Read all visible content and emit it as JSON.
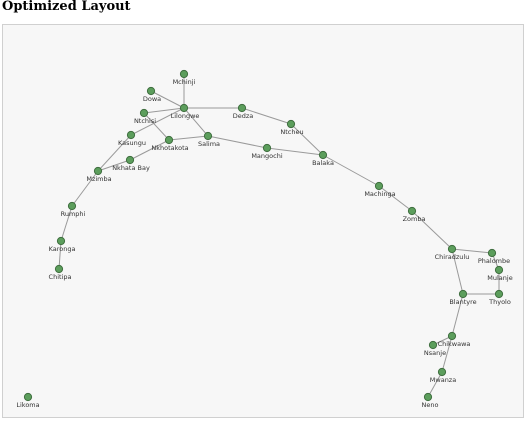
{
  "page": {
    "title": "Optimized Layout"
  },
  "graph": {
    "nodes": [
      {
        "id": "Mchinji",
        "label": "Mchinji"
      },
      {
        "id": "Dowa",
        "label": "Dowa"
      },
      {
        "id": "Ntchisi",
        "label": "Ntchisi"
      },
      {
        "id": "Lilongwe",
        "label": "Lilongwe"
      },
      {
        "id": "Dedza",
        "label": "Dedza"
      },
      {
        "id": "Ntcheu",
        "label": "Ntcheu"
      },
      {
        "id": "Kasungu",
        "label": "Kasungu"
      },
      {
        "id": "Nkhotakota",
        "label": "Nkhotakota"
      },
      {
        "id": "Salima",
        "label": "Salima"
      },
      {
        "id": "Mangochi",
        "label": "Mangochi"
      },
      {
        "id": "Balaka",
        "label": "Balaka"
      },
      {
        "id": "NkhataBay",
        "label": "Nkhata Bay"
      },
      {
        "id": "Mzimba",
        "label": "Mzimba"
      },
      {
        "id": "Rumphi",
        "label": "Rumphi"
      },
      {
        "id": "Karonga",
        "label": "Karonga"
      },
      {
        "id": "Chitipa",
        "label": "Chitipa"
      },
      {
        "id": "Machinga",
        "label": "Machinga"
      },
      {
        "id": "Zomba",
        "label": "Zomba"
      },
      {
        "id": "Chiradzulu",
        "label": "Chiradzulu"
      },
      {
        "id": "Phalombe",
        "label": "Phalombe"
      },
      {
        "id": "Mulanje",
        "label": "Mulanje"
      },
      {
        "id": "Thyolo",
        "label": "Thyolo"
      },
      {
        "id": "Blantyre",
        "label": "Blantyre"
      },
      {
        "id": "Chikwawa",
        "label": "Chikwawa"
      },
      {
        "id": "Nsanje",
        "label": "Nsanje"
      },
      {
        "id": "Mwanza",
        "label": "Mwanza"
      },
      {
        "id": "Neno",
        "label": "Neno"
      },
      {
        "id": "Likoma",
        "label": "Likoma"
      }
    ],
    "edges": [
      [
        "Mchinji",
        "Lilongwe"
      ],
      [
        "Dowa",
        "Lilongwe"
      ],
      [
        "Ntchisi",
        "Lilongwe"
      ],
      [
        "Lilongwe",
        "Dedza"
      ],
      [
        "Dedza",
        "Ntcheu"
      ],
      [
        "Ntcheu",
        "Balaka"
      ],
      [
        "Lilongwe",
        "Kasungu"
      ],
      [
        "Lilongwe",
        "Salima"
      ],
      [
        "Ntchisi",
        "Nkhotakota"
      ],
      [
        "Nkhotakota",
        "Salima"
      ],
      [
        "Salima",
        "Mangochi"
      ],
      [
        "Mangochi",
        "Balaka"
      ],
      [
        "Kasungu",
        "Mzimba"
      ],
      [
        "Nkhotakota",
        "NkhataBay"
      ],
      [
        "NkhataBay",
        "Mzimba"
      ],
      [
        "Mzimba",
        "Rumphi"
      ],
      [
        "Rumphi",
        "Karonga"
      ],
      [
        "Karonga",
        "Chitipa"
      ],
      [
        "Balaka",
        "Machinga"
      ],
      [
        "Machinga",
        "Zomba"
      ],
      [
        "Zomba",
        "Chiradzulu"
      ],
      [
        "Chiradzulu",
        "Phalombe"
      ],
      [
        "Phalombe",
        "Mulanje"
      ],
      [
        "Mulanje",
        "Thyolo"
      ],
      [
        "Chiradzulu",
        "Blantyre"
      ],
      [
        "Blantyre",
        "Thyolo"
      ],
      [
        "Blantyre",
        "Chikwawa"
      ],
      [
        "Chikwawa",
        "Nsanje"
      ],
      [
        "Chikwawa",
        "Mwanza"
      ],
      [
        "Mwanza",
        "Neno"
      ]
    ]
  }
}
